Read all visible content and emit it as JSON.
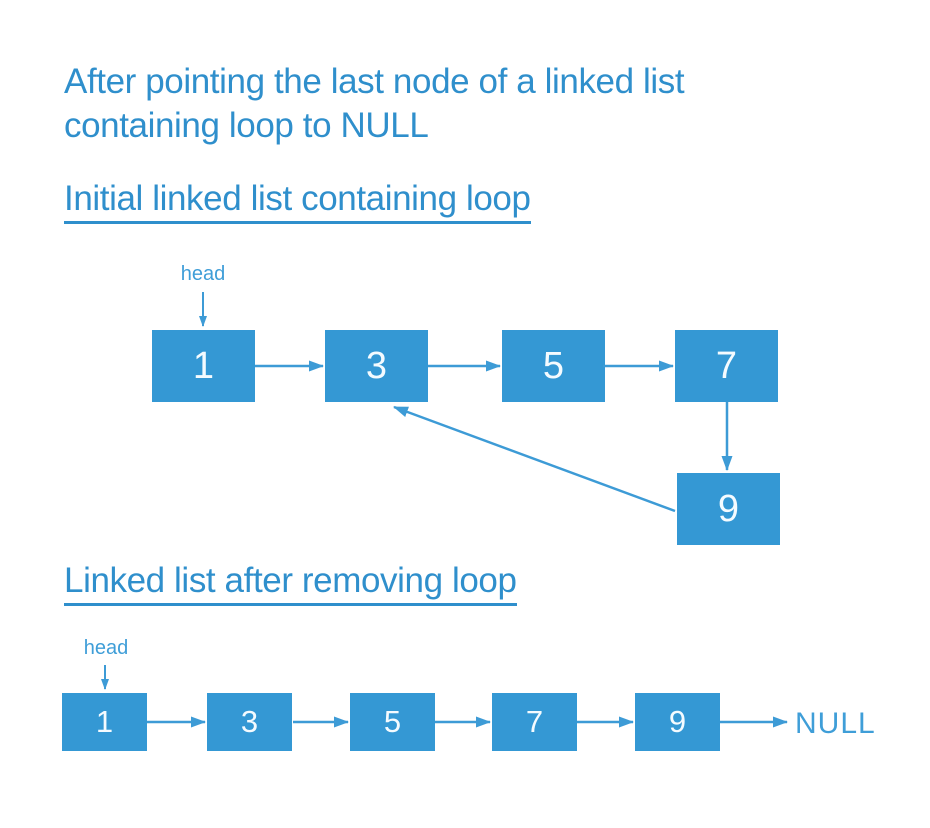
{
  "colors": {
    "background": "#ffffff",
    "node_fill": "#3498d4",
    "arrow": "#3d9bd6",
    "heading_text": "#2f8fcc",
    "label_text": "#3f9ed8",
    "node_text": "#f4fbff"
  },
  "title": {
    "lines": [
      "After pointing the last node of a linked list",
      "containing loop to NULL"
    ]
  },
  "sections": [
    {
      "heading": "Initial linked list containing loop",
      "head_label": "head",
      "nodes": [
        "1",
        "3",
        "5",
        "7",
        "9"
      ]
    },
    {
      "heading": "Linked list after removing loop",
      "head_label": "head",
      "nodes": [
        "1",
        "3",
        "5",
        "7",
        "9"
      ],
      "terminator": "NULL"
    }
  ]
}
